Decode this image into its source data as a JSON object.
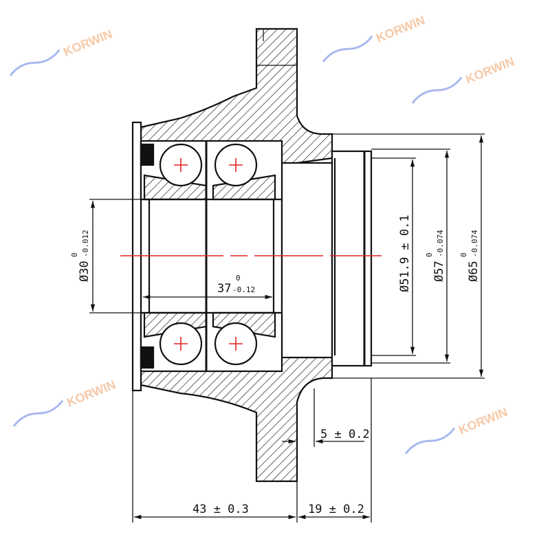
{
  "watermark": {
    "text": "KORWIN",
    "color_text": "#f4b48a",
    "color_swoosh": "#a9b8ee"
  },
  "colors": {
    "line": "#111111",
    "centerline": "#e02020"
  },
  "dimensions": {
    "d_bore": {
      "prefix": "Ø30",
      "upper": "0",
      "lower": "-0.012"
    },
    "width_bearing": {
      "value": "37",
      "upper": "0",
      "lower": "-0.12"
    },
    "d_pilot": {
      "text": "Ø51.9 ± 0.1"
    },
    "d_57": {
      "prefix": "Ø57",
      "upper": "0",
      "lower": "-0.074"
    },
    "d_65": {
      "prefix": "Ø65",
      "upper": "0",
      "lower": "-0.074"
    },
    "flange_offset": {
      "text": "5 ± 0.2"
    },
    "total_left": {
      "text": "43 ± 0.3"
    },
    "total_right": {
      "text": "19 ± 0.2"
    }
  }
}
